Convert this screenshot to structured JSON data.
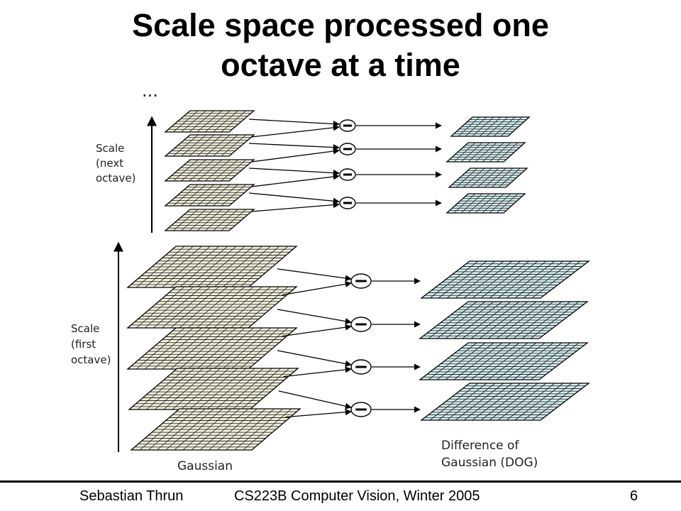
{
  "title": {
    "line1": "Scale space processed one",
    "line2": "octave at a time"
  },
  "diagram": {
    "ellipsis": "...",
    "labels": {
      "scale_next": [
        "Scale",
        "(next",
        "octave)"
      ],
      "scale_first": [
        "Scale",
        "(first",
        "octave)"
      ],
      "gaussian": "Gaussian",
      "dog": [
        "Difference of",
        "Gaussian (DOG)"
      ]
    },
    "operator_symbol": "minus",
    "colors": {
      "gaussian_grid": "#f2efdc",
      "dog_grid": "#d7f0f3",
      "lines": "#000000"
    }
  },
  "footer": {
    "author": "Sebastian Thrun",
    "course": "CS223B Computer Vision, Winter 2005",
    "page": "6"
  }
}
